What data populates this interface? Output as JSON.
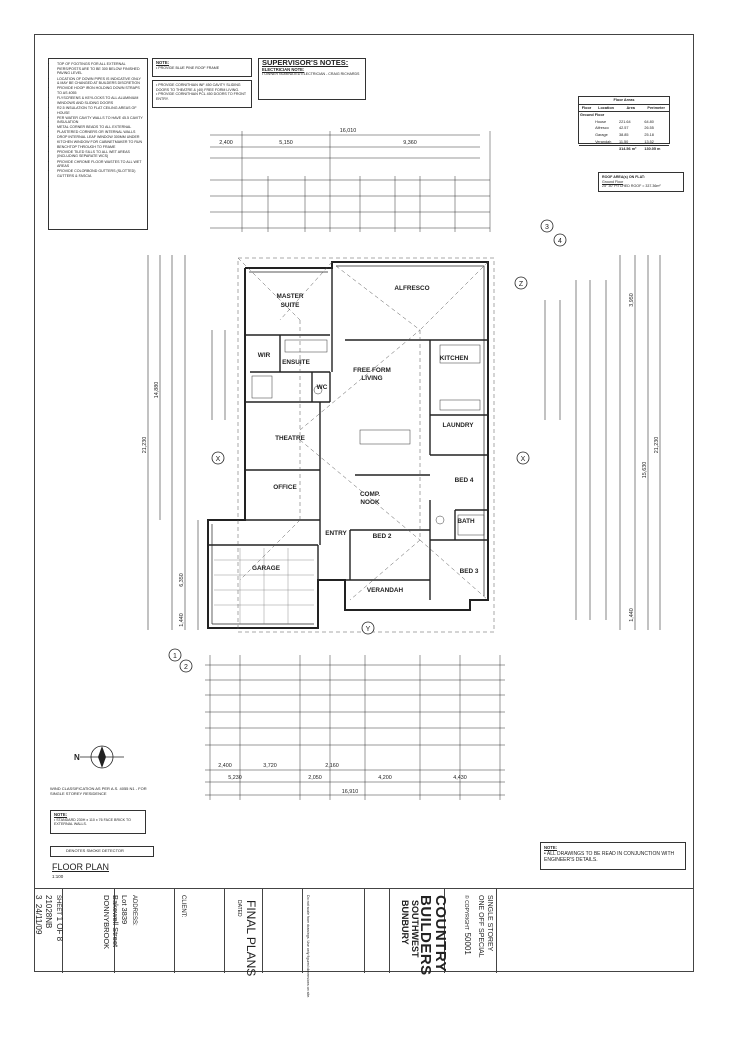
{
  "notes": {
    "general": [
      "TOP OF FOOTINGS FOR ALL EXTERNAL PIERS/POSTS ARE TO BE 300 BELOW FINISHED PAVING LEVEL",
      "LOCATION OF DOWN PIPES IS INDICATIVE ONLY & MAY BE CHANGED AT BUILDERS DISCRETION",
      "PROVIDE HOOP IRON HOLDING DOWN STRAPS TO AS 4055",
      "FLYSCREENS & KEYLOCKS TO ALL ALUMINIUM WINDOWS AND SLIDING DOORS",
      "R2.5 INSULATION TO FLAT CEILING AREAS OF HOUSE",
      "PER WATER CAVITY WALLS TO HAVE 45.5 CAVITY INSULATION",
      "METAL CORNER BEADS TO ALL EXTERNAL PLASTERED CORNERS OR INTERNAL WALLS",
      "DROP INTERNAL LEAF WINDOW 300MM UNDER KITCHEN WINDOW FOR CABINETMAKER TO RUN BENCHTOP THROUGH TO FRAME",
      "PROVIDE TILED SILLS TO ALL WET AREAS (INCLUDING SEPARATE WCS)",
      "PROVIDE CHROME FLOOR WASTES TO ALL WET AREAS",
      "PROVIDE COLORBOND GUTTERS (SLOTTED) GUTTERS & FASCIA"
    ],
    "note_label": "NOTE:",
    "roof_note": "PROVIDE BLUE PINE ROOF FRAME",
    "supervisor_title": "SUPERVISOR'S NOTES:",
    "electrician_title": "ELECTRICIAN NOTE:",
    "electrician_note": "OWNER NOMINATED ELECTRICIAN - CRAIG RICHARDS",
    "cornice_notes": [
      "PROVIDE CORNITHIAN INF 450 CAVITY SLIDING DOORS TO THEATRE & (40) FREE FORM LIVING.",
      "PROVIDE CORNITHIAN PCL 450 DOORS TO FRONT ENTRY."
    ],
    "wind_note": "WIND CLASSIFICATION AS PER A.S. 4055 N1 - FOR SINGLE STOREY RESIDENCE",
    "brick_note": "STANDARD 230H x 110 x 76 FACE BRICK TO EXTERNAL WALLS.",
    "smoke_legend": "DENOTES SMOKE DETECTOR",
    "engineer_note": "ALL DRAWINGS TO BE READ IN CONJUNCTION WITH ENGINEER'S DETAILS."
  },
  "areas_table": {
    "title": "Floor Areas",
    "headers": [
      "Floor",
      "Location",
      "Area",
      "Perimeter"
    ],
    "group": "Ground Floor",
    "rows": [
      [
        "",
        "House",
        "221.64",
        "64.80"
      ],
      [
        "",
        "Alfresco",
        "42.57",
        "26.55"
      ],
      [
        "",
        "Garage",
        "38.85",
        "25.18"
      ],
      [
        "",
        "Verandah",
        "11.50",
        "13.52"
      ]
    ],
    "total": [
      "",
      "",
      "314.56 m²",
      "130.05 m"
    ]
  },
  "roof_area": {
    "title": "ROOF AREA(s) ON FLAT:",
    "sub": "Ground Floor",
    "row": "25° 30' PITCHED ROOF =   337.36m²"
  },
  "rooms": {
    "master": "MASTER",
    "suite": "SUITE",
    "ensuite": "ENSUITE",
    "wir": "WIR",
    "wc": "WC",
    "alfresco": "ALFRESCO",
    "free_form": "FREE FORM",
    "living": "LIVING",
    "kitchen": "KITCHEN",
    "laundry": "LAUNDRY",
    "theatre": "THEATRE",
    "office": "OFFICE",
    "comp": "COMP.",
    "nook": "NOOK",
    "bed4": "BED 4",
    "bath": "BATH",
    "entry": "ENTRY",
    "bed2": "BED 2",
    "bed3": "BED 3",
    "garage": "GARAGE",
    "verandah": "VERANDAH"
  },
  "dims": {
    "top_total": "16,010",
    "top_segments": [
      "2,400",
      "5,150",
      "9,360"
    ],
    "bottom_total": "16,910",
    "bottom_segments": [
      "5,230",
      "2,050",
      "4,200",
      "4,430"
    ],
    "bottom_segments2": [
      "2,400",
      "3,720",
      "2,160"
    ],
    "left_total": "21,230",
    "left_sub": "14,880",
    "left_segments": [
      "6,350",
      "1,440"
    ],
    "right_total": "21,230",
    "right_sub": "15,630",
    "right_segments": [
      "3,950",
      "1,440"
    ]
  },
  "markers": {
    "x": "X",
    "y": "Y",
    "z": "Z",
    "m1": "1",
    "m2": "2",
    "m3": "3",
    "m4": "4",
    "north": "N"
  },
  "plan_title": "FLOOR PLAN",
  "plan_scale": "1:100",
  "title_block": {
    "title": "FINAL PLANS",
    "dated_label": "DATED",
    "client_label": "CLIENT:",
    "address_label": "ADDRESS:",
    "lot": "Lot 3839",
    "street": "Bakewell Street",
    "town": "DONNYBROOK",
    "sheet_label": "SHEET",
    "sheet": "1 OF 8",
    "job_no": "21028NB",
    "rev": "3",
    "rev_date": "24/11/09",
    "company_1": "COUNTRY",
    "company_2": "BUILDERS",
    "company_3": "SOUTHWEST",
    "company_4": "BUNBURY",
    "storey": "SINGLE STOREY",
    "design": "ONE OFF SPECIAL",
    "copyright_label": "© COPYRIGHT",
    "design_no": "50001",
    "copyright_text": "Do not scale from drawings. Use only figured dimensions on site."
  }
}
